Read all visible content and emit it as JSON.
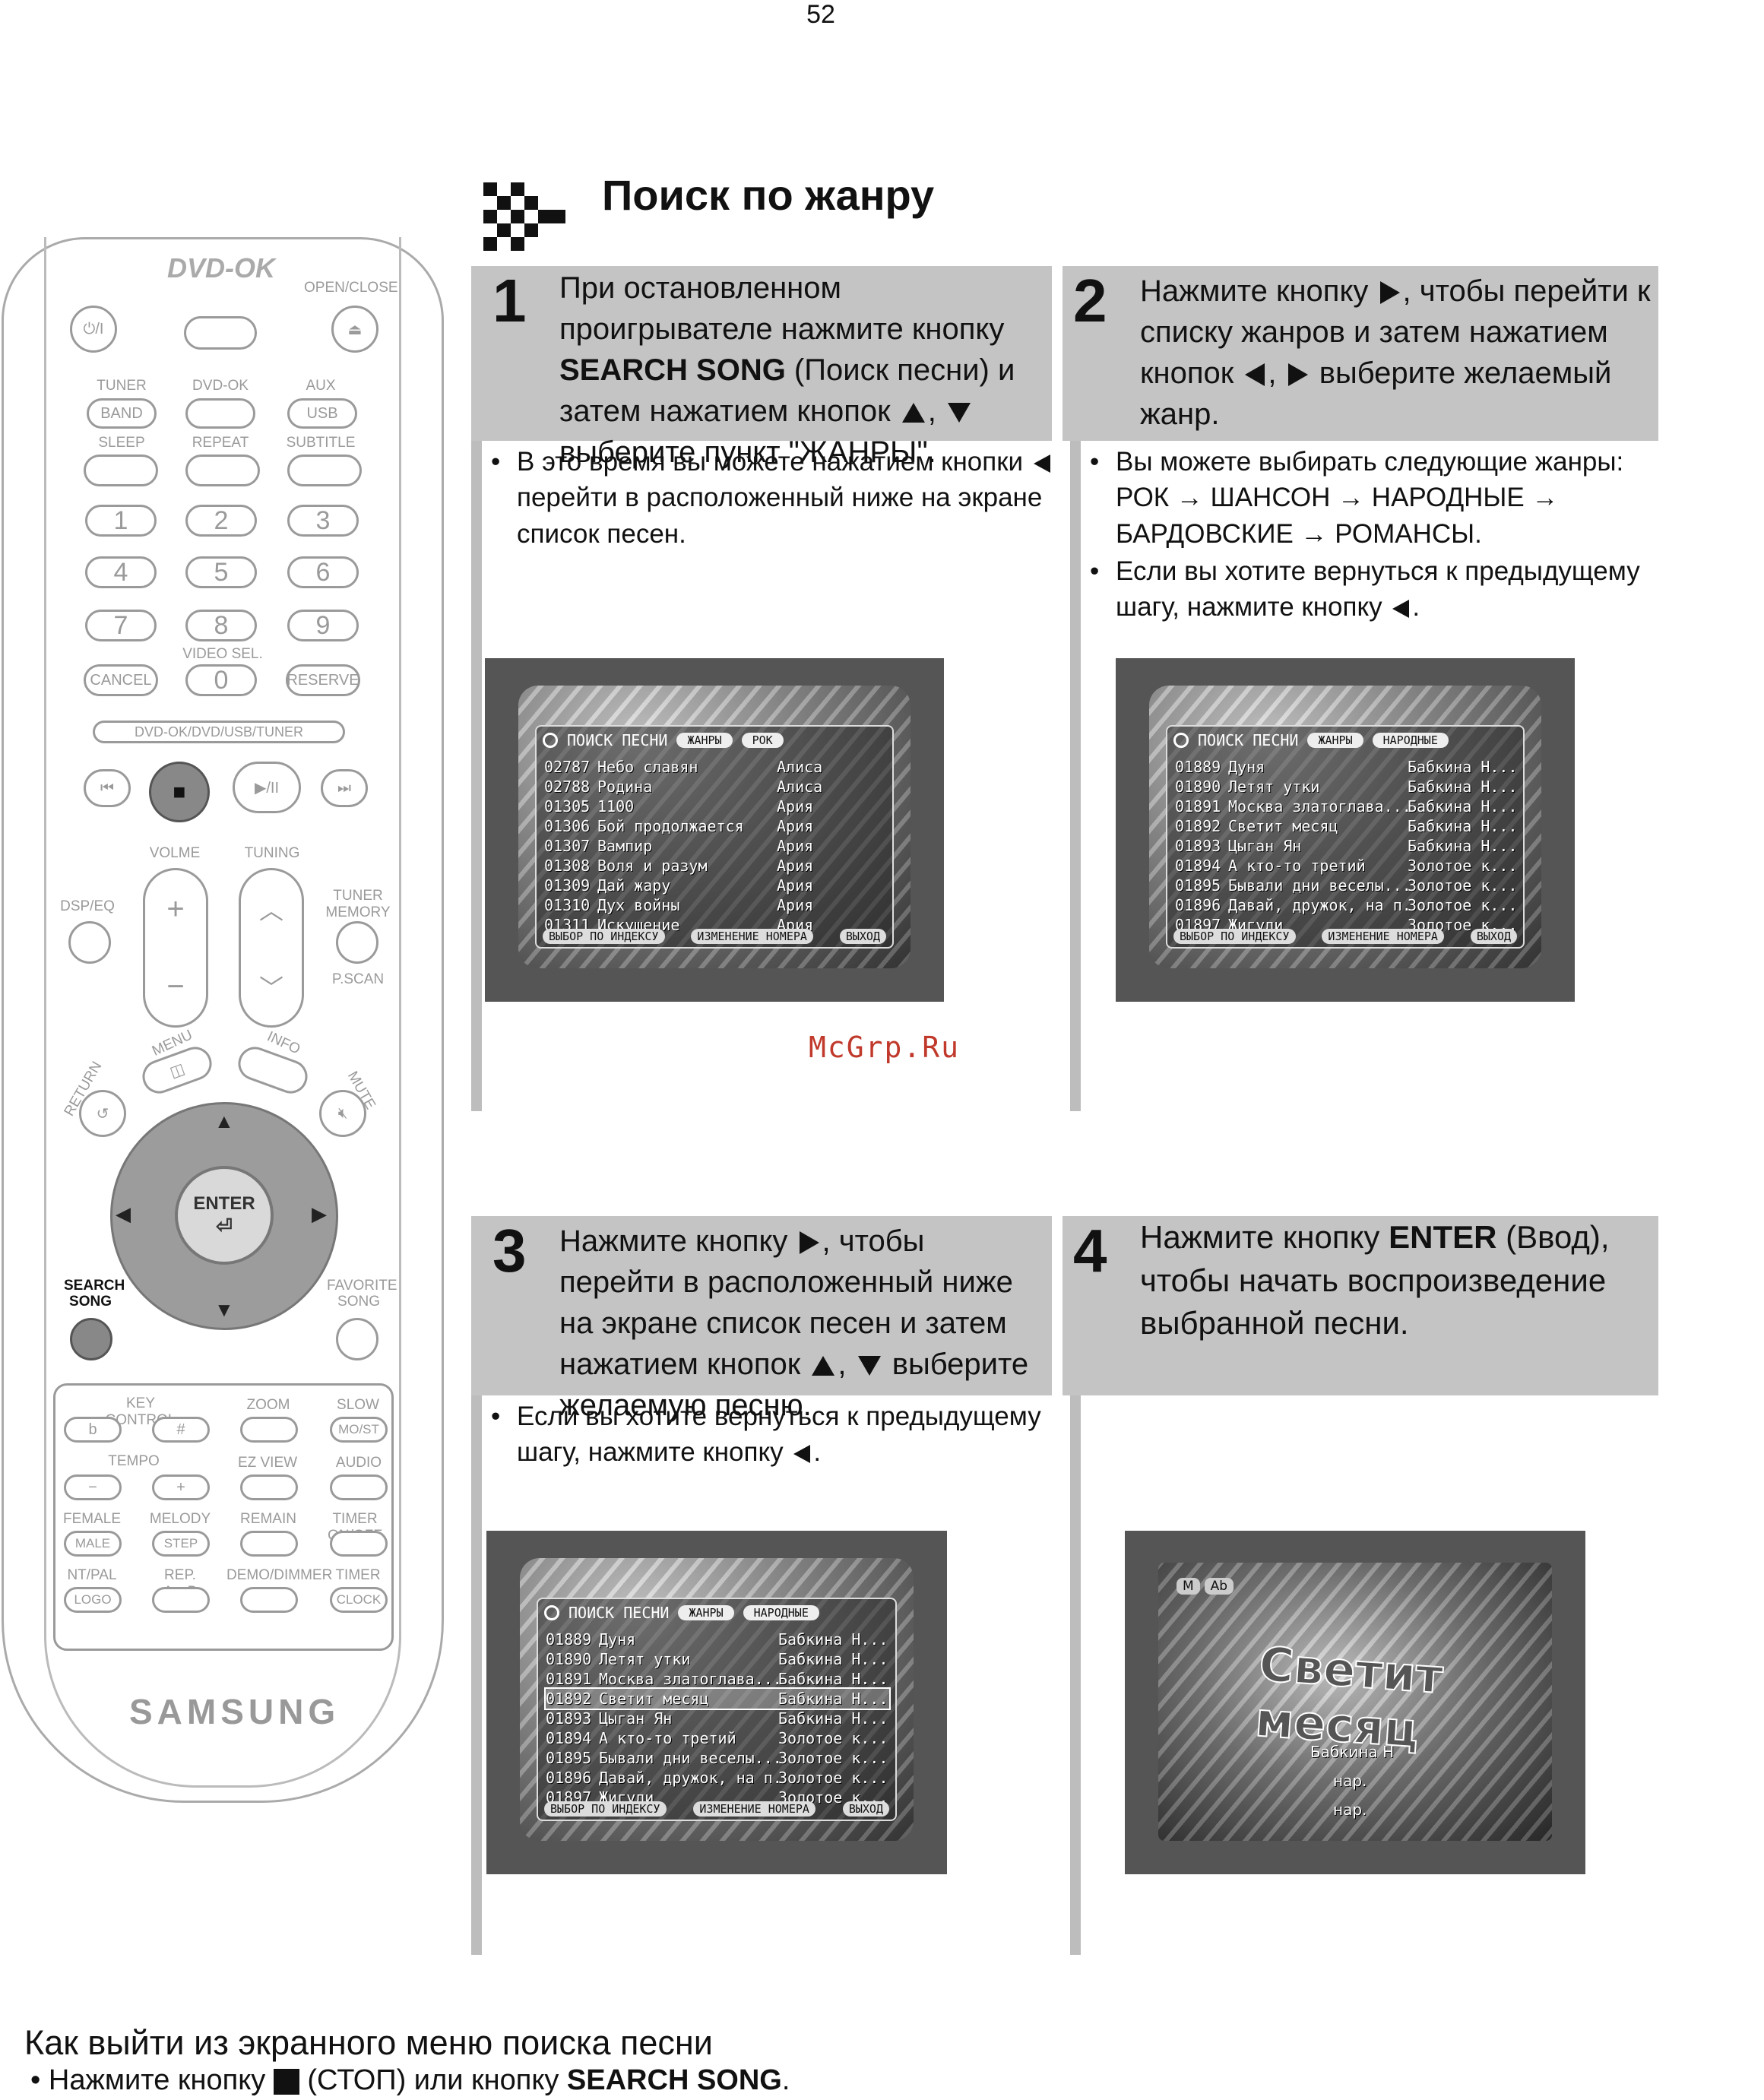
{
  "page_number": "52",
  "title": "Поиск по жанру",
  "watermark": "McGrp.Ru",
  "steps": [
    {
      "num": "1",
      "text_a": "При остановленном проигрывателе нажмите кнопку ",
      "kw": "SEARCH SONG",
      "text_b": " (Поиск песни) и затем нажатием кнопок ",
      "text_c": ", ",
      "text_d": " выберите пункт \"ЖАНРЫ\".",
      "bullet_a": "В это время вы можете нажатием кнопки ",
      "bullet_b": " перейти в расположенный ниже на экране список песен."
    },
    {
      "num": "2",
      "text_a": "Нажмите кнопку ",
      "text_b": ", чтобы перейти к списку жанров и затем нажатием кнопок ",
      "text_c": ", ",
      "text_d": " выберите желаемый жанр.",
      "bullet1": "Вы можете выбирать следующие жанры: РОК → ШАНСОН → НАРОДНЫЕ → БАРДОВСКИЕ → РОМАНСЫ.",
      "bullet2_a": "Если вы хотите вернуться к предыдущему шагу, нажмите кнопку ",
      "bullet2_b": "."
    },
    {
      "num": "3",
      "text_a": "Нажмите кнопку ",
      "text_b": ", чтобы перейти в расположенный ниже на экране список песен и затем нажатием кнопок ",
      "text_c": ", ",
      "text_d": " выберите желаемую песню.",
      "bullet_a": "Если вы хотите вернуться к предыдущему шагу, нажмите кнопку ",
      "bullet_b": "."
    },
    {
      "num": "4",
      "text_a": "Нажмите кнопку ",
      "kw": "ENTER",
      "text_b": " (Ввод), чтобы начать воспроизведение выбранной песни."
    }
  ],
  "screens": {
    "header_label": "ПОИСК ПЕСНИ",
    "tag_genres": "ЖАНРЫ",
    "tag_rock": "РОК",
    "tag_folk": "НАРОДНЫЕ",
    "footer": [
      "ВЫБОР ПО ИНДЕКСУ",
      "ИЗМЕНЕНИЕ НОМЕРА",
      "ВЫХОД"
    ],
    "list_rock": [
      [
        "02787",
        "Небо славян",
        "Алиса"
      ],
      [
        "02788",
        "Родина",
        "Алиса"
      ],
      [
        "01305",
        "1100",
        "Ария"
      ],
      [
        "01306",
        "Бой продолжается",
        "Ария"
      ],
      [
        "01307",
        "Вампир",
        "Ария"
      ],
      [
        "01308",
        "Воля и разум",
        "Ария"
      ],
      [
        "01309",
        "Дай жару",
        "Ария"
      ],
      [
        "01310",
        "Дух войны",
        "Ария"
      ],
      [
        "01311",
        "Искушение",
        "Ария"
      ]
    ],
    "list_folk": [
      [
        "01889",
        "Дуня",
        "Бабкина Н..."
      ],
      [
        "01890",
        "Летят утки",
        "Бабкина Н..."
      ],
      [
        "01891",
        "Москва златоглава...",
        "Бабкина Н..."
      ],
      [
        "01892",
        "Светит месяц",
        "Бабкина Н..."
      ],
      [
        "01893",
        "Цыган Ян",
        "Бабкина Н..."
      ],
      [
        "01894",
        "А кто-то третий",
        "Золотое к..."
      ],
      [
        "01895",
        "Бывали дни веселы...",
        "Золотое к..."
      ],
      [
        "01896",
        "Давай, дружок, на п...",
        "Золотое к..."
      ],
      [
        "01897",
        "Жигули",
        "Золотое к..."
      ]
    ],
    "play": {
      "badge_m": "M",
      "badge_ab": "Ab",
      "song": "Светит месяц",
      "artist": "Бабкина Н",
      "line2": "нар.",
      "line3": "нар."
    }
  },
  "remote": {
    "logo": "DVD-OK",
    "open_close": "OPEN/CLOSE",
    "power": "⏻/I",
    "tuner": "TUNER",
    "band": "BAND",
    "dvdok": "DVD-OK",
    "aux": "AUX",
    "usb": "USB",
    "sleep": "SLEEP",
    "repeat": "REPEAT",
    "subtitle": "SUBTITLE",
    "numbers": [
      "1",
      "2",
      "3",
      "4",
      "5",
      "6",
      "7",
      "8",
      "9",
      "0"
    ],
    "cancel": "CANCEL",
    "video_sel": "VIDEO SEL.",
    "reserve": "RESERVE",
    "source_bar": "DVD-OK/DVD/USB/TUNER",
    "volume": "VOLME",
    "tuning": "TUNING",
    "dsp_eq": "DSP/EQ",
    "tuner_memory": "TUNER MEMORY",
    "pscan": "P.SCAN",
    "menu": "MENU",
    "info": "INFO",
    "return": "RETURN",
    "mute": "MUTE",
    "enter": "ENTER",
    "search_song": "SEARCH SONG",
    "favorite_song": "FAVORITE SONG",
    "key_control": "KEY CONTROL",
    "flat": "b",
    "sharp": "#",
    "zoom": "ZOOM",
    "slow": "SLOW",
    "most": "MO/ST",
    "tempo": "TEMPO",
    "minus": "−",
    "plus": "+",
    "ez_view": "EZ VIEW",
    "audio": "AUDIO",
    "female": "FEMALE",
    "male": "MALE",
    "melody": "MELODY",
    "step": "STEP",
    "remain": "REMAIN",
    "timer_onoff": "TIMER ON/OFF",
    "ntpal": "NT/PAL",
    "logo_btn": "LOGO",
    "rep_ab": "REP. A↔B",
    "demo_dimmer": "DEMO/DIMMER",
    "timer": "TIMER",
    "clock": "CLOCK",
    "brand": "SAMSUNG"
  },
  "footer": {
    "heading": "Как выйти из экранного меню поиска песни",
    "bullet_a": "Нажмите кнопку ",
    "bullet_b": " (СТОП) или кнопку ",
    "kw": "SEARCH SONG",
    "bullet_c": "."
  }
}
